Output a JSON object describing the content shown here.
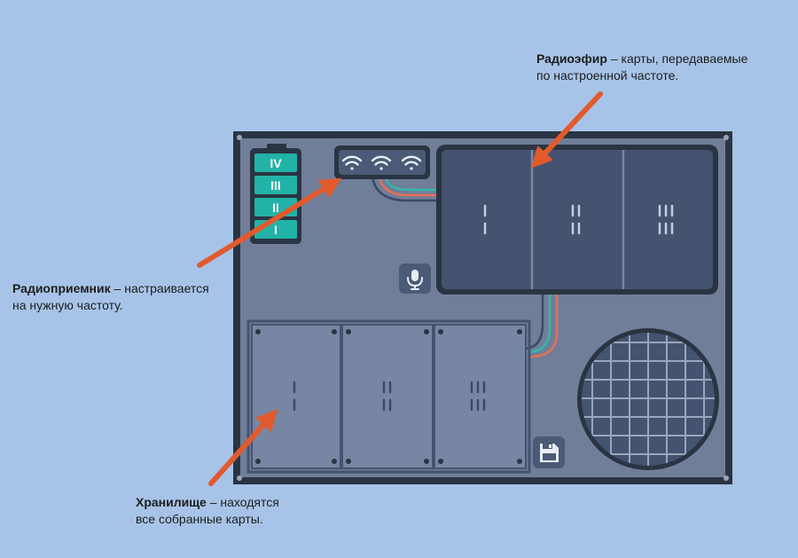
{
  "annotations": {
    "radio_air": {
      "title": "Радиоэфир",
      "rest": " – карты, передаваемые",
      "line2": "по настроенной частоте."
    },
    "receiver": {
      "title": "Радиоприемник",
      "rest": " – настраивается",
      "line2": "на нужную частоту."
    },
    "storage": {
      "title": "Хранилище",
      "rest": " – находятся",
      "line2": "все собранные карты."
    }
  },
  "battery": {
    "levels": [
      "IV",
      "III",
      "II",
      "I"
    ]
  },
  "receiver_panel": {
    "channels": [
      "wifi-icon",
      "wifi-icon",
      "wifi-icon"
    ]
  },
  "broadcast_slots": [
    "I",
    "II",
    "III"
  ],
  "storage_slots": [
    "I",
    "II",
    "III"
  ],
  "icons": {
    "mic": "microphone-icon",
    "save": "floppy-disk-icon",
    "speaker": "speaker-grille"
  },
  "colors": {
    "background": "#a7c4e8",
    "frame": "#2b3442",
    "panel": "#707e99",
    "card": "#44536f",
    "teal": "#22b3a8",
    "arrow": "#e25a2c",
    "wire_teal": "#35b8a9",
    "wire_red": "#e5705a"
  }
}
